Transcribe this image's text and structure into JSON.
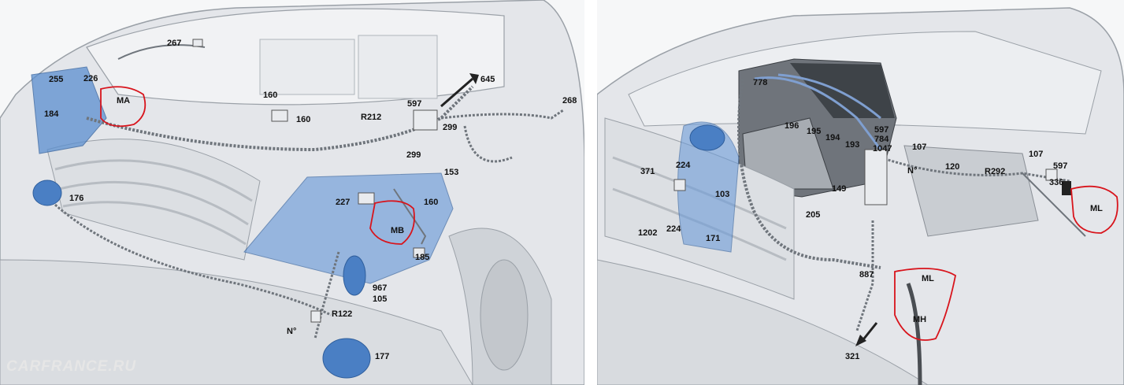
{
  "watermark": "CARFRANCE.RU",
  "left_panel": {
    "labels": [
      "267",
      "255",
      "226",
      "184",
      "645",
      "160",
      "160",
      "597",
      "R212",
      "299",
      "299",
      "268",
      "153",
      "176",
      "227",
      "160",
      "185",
      "967",
      "105",
      "R122",
      "N°",
      "177"
    ],
    "zones": [
      "MA",
      "MB"
    ]
  },
  "right_panel": {
    "labels": [
      "778",
      "196",
      "195",
      "194",
      "193",
      "597",
      "784",
      "1047",
      "107",
      "107",
      "597",
      "371",
      "224",
      "103",
      "N°",
      "120",
      "R292",
      "336",
      "149",
      "205",
      "1202",
      "224",
      "171",
      "887",
      "321"
    ],
    "zones": [
      "ML",
      "ML",
      "MH"
    ]
  },
  "colors": {
    "connector_blue": "#5b8fd0",
    "zone_circle": "#d8141c",
    "car_body": "#dfe2e6",
    "outline": "#8a8f96"
  }
}
